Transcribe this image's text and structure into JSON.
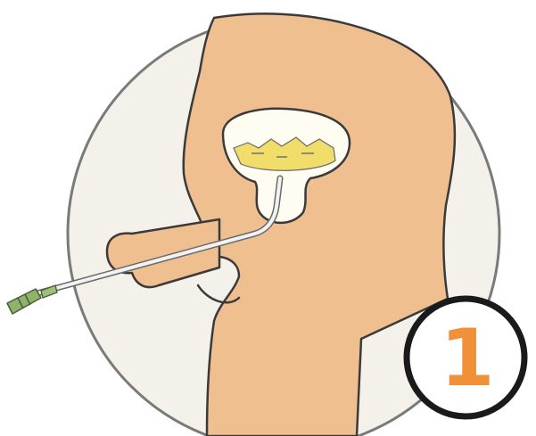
{
  "step_badge": {
    "number": "1"
  },
  "colors": {
    "page_background": "#ffffff",
    "circle_fill": "#f4f1ea",
    "circle_stroke": "#7a7a7a",
    "skin": "#f0bf8f",
    "outline": "#3a3a3a",
    "bladder_fill": "#fffdf2",
    "urine": "#f0dd6a",
    "catheter": "#f2f2f2",
    "catheter_outline": "#6a6a6a",
    "catheter_hub": "#8fb36b",
    "badge_ring": "#1a1a1a",
    "badge_number": "#f0913a"
  },
  "icons": {
    "scene": "catheter-insertion-illustration",
    "badge": "step-number-badge"
  }
}
